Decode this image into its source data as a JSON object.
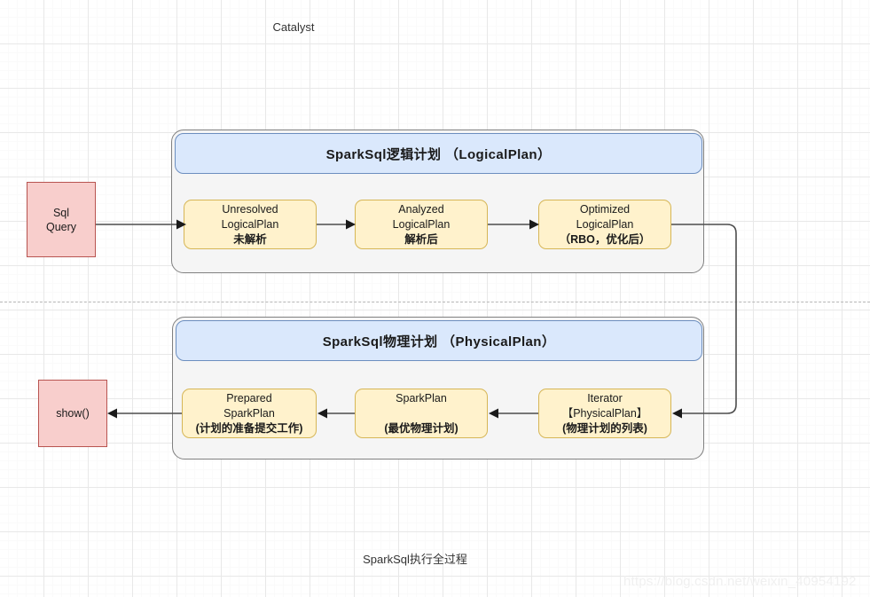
{
  "diagram": {
    "top_label": "Catalyst",
    "caption": "SparkSql执行全过程",
    "watermark": "https://blog.csdn.net/weixin_40954192",
    "colors": {
      "node_fill": "#fff2cc",
      "node_stroke": "#d6b656",
      "terminal_fill": "#f8cecc",
      "terminal_stroke": "#b85450",
      "header_fill": "#dae8fc",
      "header_stroke": "#6c8ebf",
      "pool_fill": "#f5f5f5",
      "pool_stroke": "#808080",
      "edge": "#4d4d4d"
    }
  },
  "terminals": {
    "start": {
      "line1": "Sql",
      "line2": "Query"
    },
    "end": {
      "line1": "show()"
    }
  },
  "logical_pool": {
    "header": "SparkSql逻辑计划 （LogicalPlan）",
    "nodes": [
      {
        "line1": "Unresolved",
        "line2": "LogicalPlan",
        "line3": "未解析"
      },
      {
        "line1": "Analyzed",
        "line2": "LogicalPlan",
        "line3": "解析后"
      },
      {
        "line1": "Optimized",
        "line2": "LogicalPlan",
        "line3": "（RBO，优化后）"
      }
    ]
  },
  "physical_pool": {
    "header": "SparkSql物理计划 （PhysicalPlan）",
    "nodes": [
      {
        "line1": "Prepared",
        "line2": "SparkPlan",
        "line3": "(计划的准备提交工作)"
      },
      {
        "line1": "SparkPlan",
        "line2": "",
        "line3": "(最优物理计划)"
      },
      {
        "line1": "Iterator",
        "line2": "【PhysicalPlan】",
        "line3": "(物理计划的列表)"
      }
    ]
  }
}
